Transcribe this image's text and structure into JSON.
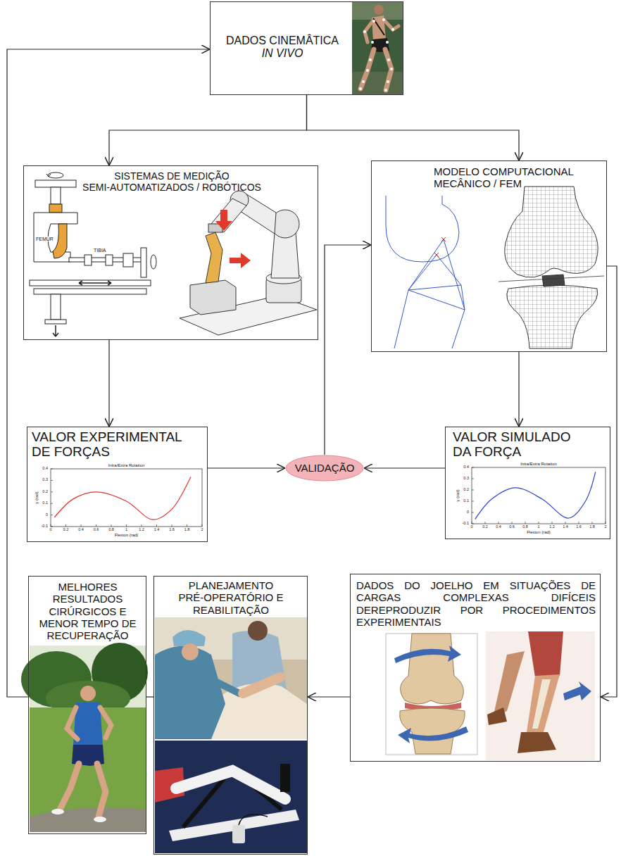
{
  "diagram": {
    "nodes": [
      {
        "text": [
          "DADOS CINEMÂTICA",
          "IN VIVO"
        ]
      },
      {
        "text": [
          "SISTEMAS DE MEDIÇÃO SEMI-AUTOMATIZADOS / ROBÓTICOS"
        ]
      },
      {
        "text": [
          "MODELO COMPUTACIONAL MECÂNICO / FEM"
        ]
      },
      {
        "text": [
          "VALOR EXPERIMENTAL DE FORÇAS"
        ]
      },
      {
        "text": [
          "VALIDAÇÃO"
        ]
      },
      {
        "text": [
          "VALOR SIMULADO DA FORÇA"
        ]
      },
      {
        "text": [
          "MELHORES RESULTADOS CIRÚRGICOS E MENOR TEMPO DE RECUPERAÇÃO"
        ]
      },
      {
        "text": [
          "PLANEJAMENTO PRÉ-OPERATÓRIO E REABILITAÇÃO"
        ]
      },
      {
        "text": [
          "DADOS DO JOELHO EM SITUAÇÕES DE CARGAS COMPLEXAS DIFÍCEIS DEREPRODUZIR POR PROCEDIMENTOS EXPERIMENTAIS"
        ]
      }
    ],
    "edges": [
      {
        "from": 0,
        "to": 1,
        "arrow": "to"
      },
      {
        "from": 0,
        "to": 2,
        "arrow": "to"
      },
      {
        "from": 1,
        "to": 3,
        "arrow": "to"
      },
      {
        "from": 2,
        "to": 5,
        "arrow": "to"
      },
      {
        "from": 3,
        "to": 4,
        "arrow": "to"
      },
      {
        "from": 5,
        "to": 4,
        "arrow": "to"
      },
      {
        "from": 4,
        "to": 2,
        "arrow": "to"
      },
      {
        "from": 2,
        "to": 8,
        "arrow": "to"
      },
      {
        "from": 8,
        "to": 7,
        "arrow": "to"
      },
      {
        "from": 7,
        "to": 6,
        "arrow": "none"
      },
      {
        "from": 6,
        "to": 0,
        "arrow": "to"
      }
    ],
    "labels": [
      "FEMUR",
      "TIBIA",
      "Intra/Extra Rotation",
      "γ (rad)",
      "Flexion (rad)",
      "0",
      "0.2",
      "0.4",
      "0.6",
      "0.8",
      "1",
      "1.2",
      "1.4",
      "1.6",
      "1.8",
      "2",
      "-0.1",
      "0",
      "0.1",
      "0.2",
      "0.3",
      "0.4",
      "Intra/Extra Rotation",
      "γ (rad)",
      "Flexion (rad)",
      "0",
      "0.2",
      "0.4",
      "0.6",
      "0.8",
      "1",
      "1.2",
      "1.4",
      "1.6",
      "1.8",
      "2",
      "-0.1",
      "0",
      "0.1",
      "0.2",
      "0.3",
      "0.4"
    ]
  }
}
